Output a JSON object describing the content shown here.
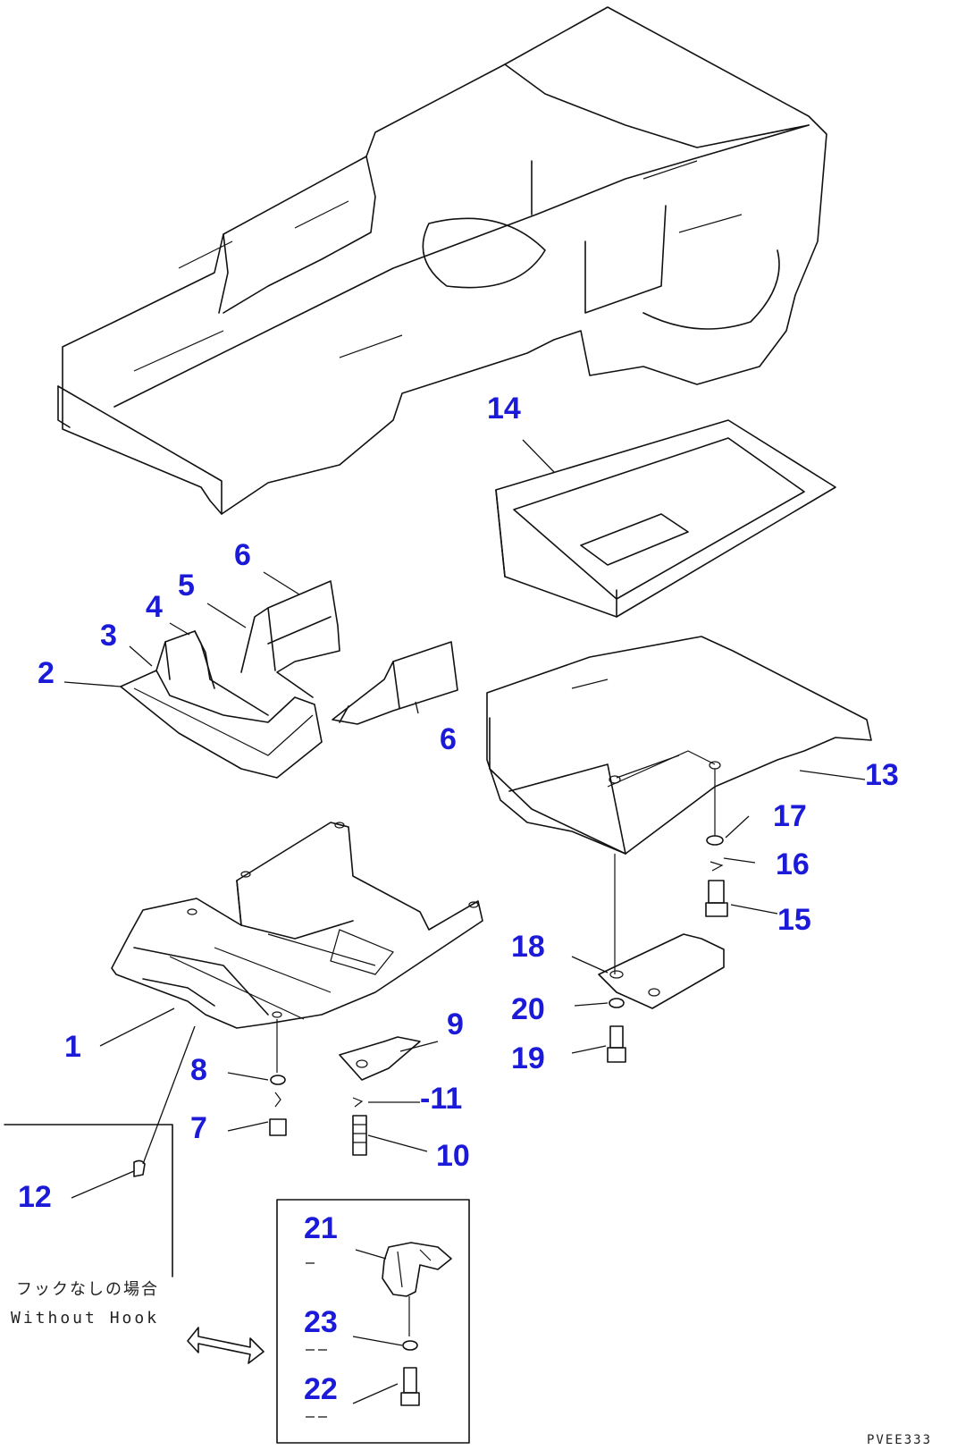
{
  "callouts": [
    {
      "id": "c1",
      "label": "1"
    },
    {
      "id": "c2",
      "label": "2"
    },
    {
      "id": "c3",
      "label": "3"
    },
    {
      "id": "c4",
      "label": "4"
    },
    {
      "id": "c5",
      "label": "5"
    },
    {
      "id": "c6a",
      "label": "6"
    },
    {
      "id": "c6b",
      "label": "6"
    },
    {
      "id": "c7",
      "label": "7"
    },
    {
      "id": "c8",
      "label": "8"
    },
    {
      "id": "c9",
      "label": "9"
    },
    {
      "id": "c10",
      "label": "10"
    },
    {
      "id": "c11",
      "label": "-11"
    },
    {
      "id": "c12",
      "label": "12"
    },
    {
      "id": "c13",
      "label": "13"
    },
    {
      "id": "c14",
      "label": "14"
    },
    {
      "id": "c15",
      "label": "15"
    },
    {
      "id": "c16",
      "label": "16"
    },
    {
      "id": "c17",
      "label": "17"
    },
    {
      "id": "c18",
      "label": "18"
    },
    {
      "id": "c19",
      "label": "19"
    },
    {
      "id": "c20",
      "label": "20"
    },
    {
      "id": "c21",
      "label": "21"
    },
    {
      "id": "c22",
      "label": "22"
    },
    {
      "id": "c23",
      "label": "23"
    }
  ],
  "inset_note": {
    "japanese": "フックなしの場合",
    "english": "Without Hook"
  },
  "drawing_code": "PVEE333"
}
